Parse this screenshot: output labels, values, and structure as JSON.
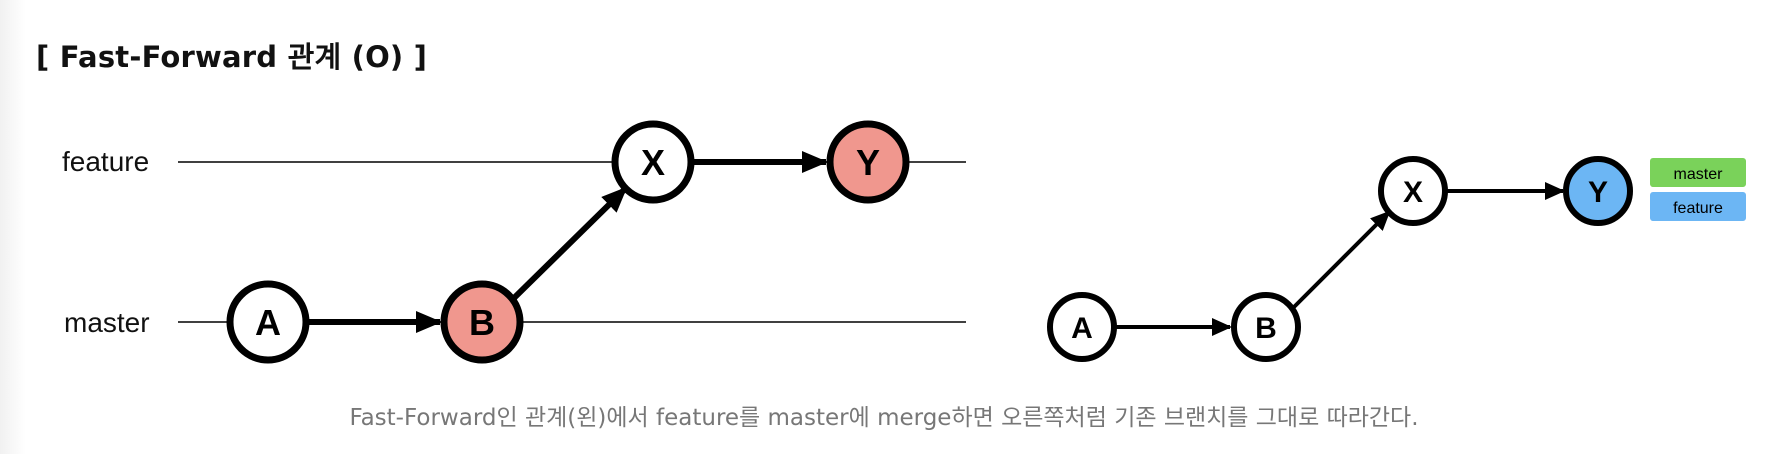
{
  "title": "[ Fast-Forward 관계 (O) ]",
  "caption": "Fast-Forward인 관계(왼)에서 feature를 master에 merge하면 오른쪽처럼 기존 브랜치를 그대로 따라간다.",
  "colors": {
    "highlight_commit": "#f0978e",
    "head_commit": "#6cb6f4",
    "master_tag": "#7ad25a",
    "feature_tag": "#6cb6f4",
    "stroke": "#000000"
  },
  "left_diagram": {
    "branches": [
      {
        "id": "feature",
        "label": "feature"
      },
      {
        "id": "master",
        "label": "master"
      }
    ],
    "commits": [
      {
        "id": "A",
        "label": "A",
        "branch": "master",
        "highlight": false
      },
      {
        "id": "B",
        "label": "B",
        "branch": "master",
        "highlight": true
      },
      {
        "id": "X",
        "label": "X",
        "branch": "feature",
        "highlight": false
      },
      {
        "id": "Y",
        "label": "Y",
        "branch": "feature",
        "highlight": true
      }
    ],
    "edges": [
      {
        "from": "A",
        "to": "B"
      },
      {
        "from": "B",
        "to": "X"
      },
      {
        "from": "X",
        "to": "Y"
      }
    ]
  },
  "right_diagram": {
    "commits": [
      {
        "id": "A",
        "label": "A",
        "head": false
      },
      {
        "id": "B",
        "label": "B",
        "head": false
      },
      {
        "id": "X",
        "label": "X",
        "head": false
      },
      {
        "id": "Y",
        "label": "Y",
        "head": true
      }
    ],
    "edges": [
      {
        "from": "A",
        "to": "B"
      },
      {
        "from": "B",
        "to": "X"
      },
      {
        "from": "X",
        "to": "Y"
      }
    ],
    "tags": [
      {
        "label": "master",
        "color_key": "master_tag"
      },
      {
        "label": "feature",
        "color_key": "feature_tag"
      }
    ]
  }
}
